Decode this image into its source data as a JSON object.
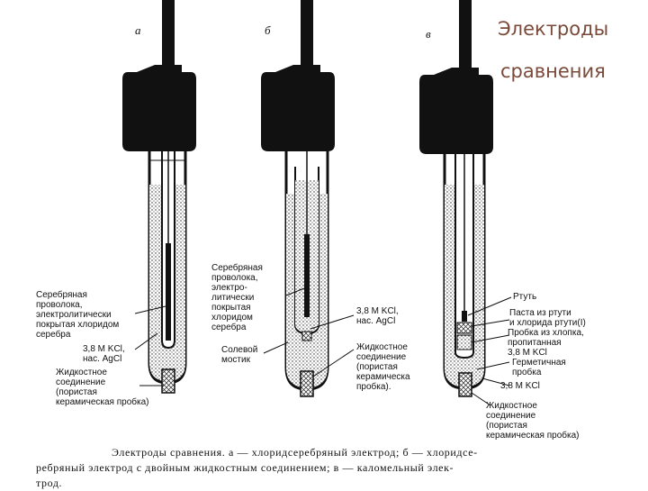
{
  "title": {
    "line1": "Электроды",
    "line2": "сравнения"
  },
  "electrode_letters": [
    "а",
    "б",
    "в"
  ],
  "labels_a": {
    "wire": [
      "Серебряная",
      "проволока,",
      "электролитически",
      "покрытая хлоридом",
      "серебра"
    ],
    "kcl": [
      "3,8 М KCl,",
      "нас. AgCl"
    ],
    "junction": [
      "Жидкостное",
      "соединение",
      "(пористая",
      "керамическая пробка)"
    ]
  },
  "labels_b": {
    "wire": [
      "Серебряная",
      "проволока,",
      "электро-",
      "литически",
      "покрытая",
      "хлоридом",
      "серебра"
    ],
    "bridge": [
      "Солевой",
      "мостик"
    ],
    "kcl": [
      "3,8 М KCl,",
      "нас. AgCl"
    ],
    "junction": [
      "Жидкостное",
      "соединение",
      "(пористая",
      "керамическа",
      "пробка)."
    ]
  },
  "labels_c": {
    "mercury": [
      "Ртуть"
    ],
    "paste": [
      "Паста из ртути",
      "и хлорида ртути(I)"
    ],
    "cotton": [
      "Пробка из хлопка,",
      "пропитанная",
      "3,8 М KCl"
    ],
    "seal": [
      "Герметичная",
      "пробка"
    ],
    "kcl": [
      "3,8 М KCl"
    ],
    "junction": [
      "Жидкостное",
      "соединение",
      "(пористая",
      "керамическая пробка)"
    ]
  },
  "caption": {
    "line1": "Электроды сравнения. а — хлоридсеребряный электрод; б — хлоридсе-",
    "line2": "ребряный электрод с двойным жидкостным соединением; в — каломельный элек-",
    "line3": "трод."
  }
}
